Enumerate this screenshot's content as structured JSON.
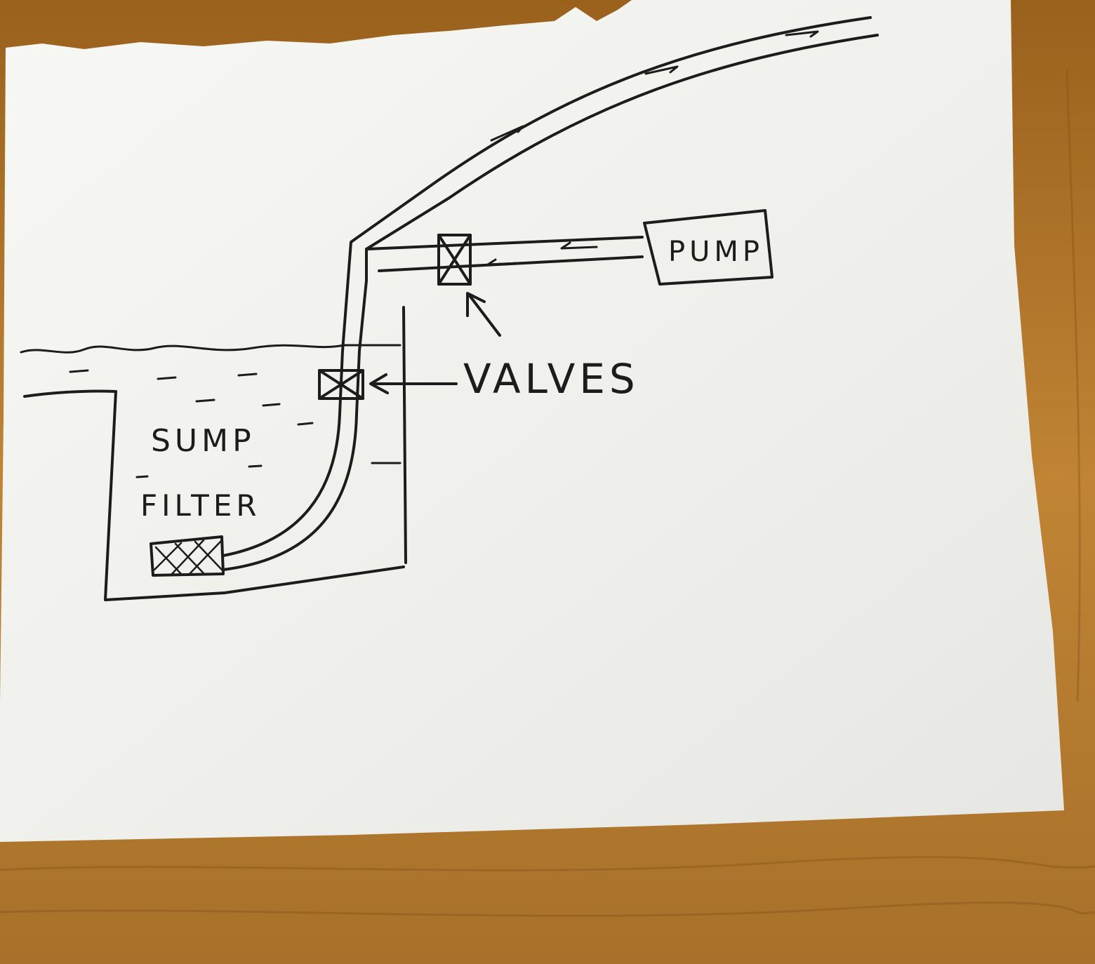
{
  "colors": {
    "paper": "#f1f1ee",
    "ink": "#1c1c1c",
    "wood": "#b57a2e",
    "wood_dark": "#8a5518"
  },
  "labels": {
    "pump": "PUMP",
    "valves": "VALVES",
    "sump": "SUMP",
    "filter": "FILTER"
  }
}
